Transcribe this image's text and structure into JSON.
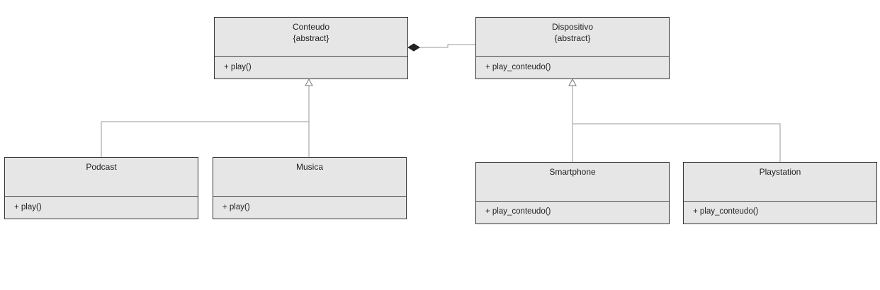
{
  "classes": {
    "conteudo": {
      "name": "Conteudo",
      "stereotype": "{abstract}",
      "method": "+ play()"
    },
    "dispositivo": {
      "name": "Dispositivo",
      "stereotype": "{abstract}",
      "method": "+ play_conteudo()"
    },
    "podcast": {
      "name": "Podcast",
      "method": "+ play()"
    },
    "musica": {
      "name": "Musica",
      "method": "+ play()"
    },
    "smartphone": {
      "name": "Smartphone",
      "method": "+ play_conteudo()"
    },
    "playstation": {
      "name": "Playstation",
      "method": "+ play_conteudo()"
    }
  },
  "relations": [
    {
      "type": "composition",
      "whole": "Conteudo",
      "part": "Dispositivo"
    },
    {
      "type": "generalization",
      "child": "Podcast",
      "parent": "Conteudo"
    },
    {
      "type": "generalization",
      "child": "Musica",
      "parent": "Conteudo"
    },
    {
      "type": "generalization",
      "child": "Smartphone",
      "parent": "Dispositivo"
    },
    {
      "type": "generalization",
      "child": "Playstation",
      "parent": "Dispositivo"
    }
  ],
  "colors": {
    "box_fill": "#e6e6e6",
    "box_border": "#333333",
    "edge": "#9a9a9a"
  }
}
